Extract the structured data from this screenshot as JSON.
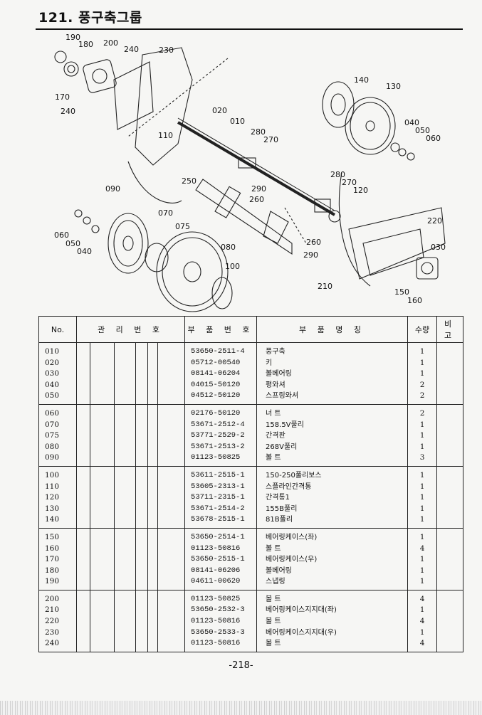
{
  "header": {
    "title": "121. 풍구축그룹"
  },
  "diagram": {
    "callouts": [
      "190",
      "180",
      "200",
      "240",
      "230",
      "170",
      "240",
      "110",
      "020",
      "010",
      "280",
      "270",
      "140",
      "130",
      "040",
      "050",
      "060",
      "250",
      "290",
      "260",
      "280",
      "270",
      "120",
      "090",
      "070",
      "075",
      "060",
      "050",
      "040",
      "080",
      "100",
      "260",
      "290",
      "220",
      "030",
      "210",
      "150",
      "160"
    ]
  },
  "table": {
    "headers": {
      "no": "No.",
      "mgmt": "관 리 번 호",
      "part_no": "부 품 번 호",
      "name": "부 품 명 칭",
      "qty": "수량",
      "remarks": "비 고"
    },
    "groups": [
      {
        "rows": [
          {
            "no": "010",
            "part_no": "53650-2511-4",
            "name": "풍구축",
            "qty": "1"
          },
          {
            "no": "020",
            "part_no": "05712-00540",
            "name": "키",
            "qty": "1"
          },
          {
            "no": "030",
            "part_no": "08141-06204",
            "name": "볼베어링",
            "qty": "1"
          },
          {
            "no": "040",
            "part_no": "04015-50120",
            "name": "평와셔",
            "qty": "2"
          },
          {
            "no": "050",
            "part_no": "04512-50120",
            "name": "스프링와셔",
            "qty": "2"
          }
        ]
      },
      {
        "rows": [
          {
            "no": "060",
            "part_no": "02176-50120",
            "name": "너 트",
            "qty": "2"
          },
          {
            "no": "070",
            "part_no": "53671-2512-4",
            "name": "158.5V풀리",
            "qty": "1"
          },
          {
            "no": "075",
            "part_no": "53771-2529-2",
            "name": "간격판",
            "qty": "1"
          },
          {
            "no": "080",
            "part_no": "53671-2513-2",
            "name": "268V풀리",
            "qty": "1"
          },
          {
            "no": "090",
            "part_no": "01123-50825",
            "name": "볼 트",
            "qty": "3"
          }
        ]
      },
      {
        "rows": [
          {
            "no": "100",
            "part_no": "53611-2515-1",
            "name": "150-250풀리보스",
            "qty": "1"
          },
          {
            "no": "110",
            "part_no": "53605-2313-1",
            "name": "스플라인간격통",
            "qty": "1"
          },
          {
            "no": "120",
            "part_no": "53711-2315-1",
            "name": "간격통1",
            "qty": "1"
          },
          {
            "no": "130",
            "part_no": "53671-2514-2",
            "name": "155B풀리",
            "qty": "1"
          },
          {
            "no": "140",
            "part_no": "53678-2515-1",
            "name": "81B풀리",
            "qty": "1"
          }
        ]
      },
      {
        "rows": [
          {
            "no": "150",
            "part_no": "53650-2514-1",
            "name": "베어링케이스(좌)",
            "qty": "1"
          },
          {
            "no": "160",
            "part_no": "01123-50816",
            "name": "볼 트",
            "qty": "4"
          },
          {
            "no": "170",
            "part_no": "53650-2515-1",
            "name": "베어링케이스(우)",
            "qty": "1"
          },
          {
            "no": "180",
            "part_no": "08141-06206",
            "name": "볼베어링",
            "qty": "1"
          },
          {
            "no": "190",
            "part_no": "04611-00620",
            "name": "스냅링",
            "qty": "1"
          }
        ]
      },
      {
        "rows": [
          {
            "no": "200",
            "part_no": "01123-50825",
            "name": "볼 트",
            "qty": "4"
          },
          {
            "no": "210",
            "part_no": "53650-2532-3",
            "name": "베어링케이스지지대(좌)",
            "qty": "1"
          },
          {
            "no": "220",
            "part_no": "01123-50816",
            "name": "볼 트",
            "qty": "4"
          },
          {
            "no": "230",
            "part_no": "53650-2533-3",
            "name": "베어링케이스지지대(우)",
            "qty": "1"
          },
          {
            "no": "240",
            "part_no": "01123-50816",
            "name": "볼 트",
            "qty": "4"
          }
        ]
      }
    ]
  },
  "footer": {
    "page": "-218-"
  }
}
